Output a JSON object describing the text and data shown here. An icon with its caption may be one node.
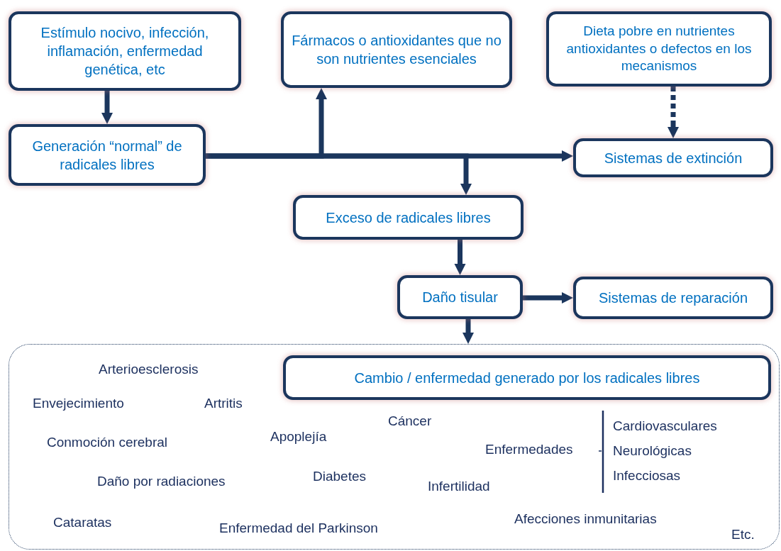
{
  "diagram": {
    "nodes": [
      {
        "text": [
          "Estímulo nocivo, infección, inflamación, enfermedad genética, etc"
        ]
      },
      {
        "text": [
          "Fármacos o antioxidantes que no son nutrientes esenciales"
        ]
      },
      {
        "text": [
          "Dieta pobre en nutrientes antioxidantes o defectos en los mecanismos"
        ]
      },
      {
        "text": [
          "Generación “normal” de radicales libres"
        ]
      },
      {
        "text": [
          "Sistemas de extinción"
        ]
      },
      {
        "text": [
          "Exceso de radicales libres"
        ]
      },
      {
        "text": [
          "Daño tisular"
        ]
      },
      {
        "text": [
          "Sistemas de reparación"
        ]
      },
      {
        "text": [],
        "shape": "box"
      },
      {
        "text": [
          "Cambio / enfermedad generado por los radicales libres"
        ],
        "in": 8
      }
    ],
    "edges": [
      {
        "from": 0,
        "to": 3,
        "arrow": "to"
      },
      {
        "from": 3,
        "to": 1,
        "arrow": "to"
      },
      {
        "from": 3,
        "to": 4,
        "arrow": "to"
      },
      {
        "from": 3,
        "to": 5,
        "arrow": "to"
      },
      {
        "from": 2,
        "to": 4,
        "arrow": "to",
        "style": "dashed"
      },
      {
        "from": 5,
        "to": 6,
        "arrow": "to"
      },
      {
        "from": 6,
        "to": 7,
        "arrow": "to"
      },
      {
        "from": 6,
        "to": 8,
        "arrow": "to"
      }
    ],
    "labels": [
      "Arterioesclerosis",
      "Envejecimiento",
      "Artritis",
      "Cáncer",
      "Conmoción cerebral",
      "Apoplejía",
      "Enfermedades",
      "Cardiovasculares",
      "Neurológicas",
      "Infecciosas",
      "Daño por radiaciones",
      "Diabetes",
      "Infertilidad",
      "Cataratas",
      "Enfermedad del Parkinson",
      "Afecciones inmunitarias",
      "Etc."
    ]
  }
}
